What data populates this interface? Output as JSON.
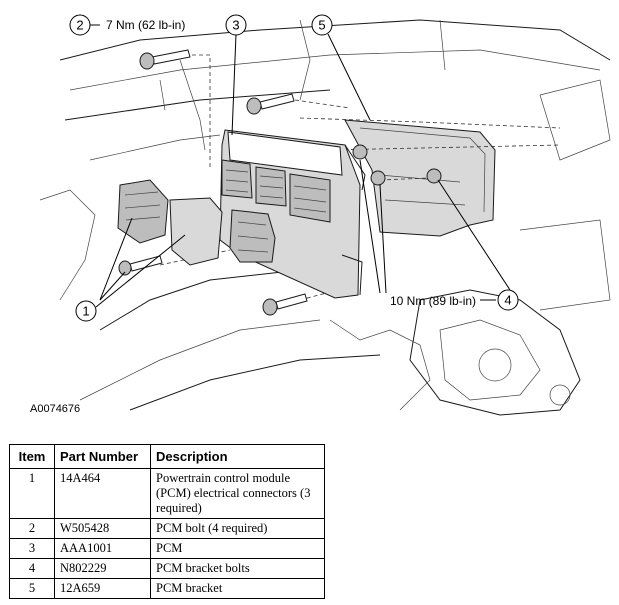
{
  "figure_id": "A0074676",
  "callouts": {
    "c1": "1",
    "c2": "2",
    "c3": "3",
    "c4": "4",
    "c5": "5"
  },
  "torque_specs": {
    "bolt": "7 Nm (62 lb-in)",
    "bracket_bolt": "10 Nm (89 lb-in)"
  },
  "table": {
    "headers": [
      "Item",
      "Part Number",
      "Description"
    ],
    "rows": [
      {
        "item": "1",
        "part_number": "14A464",
        "description": "Powertrain control module (PCM) electrical connectors (3 required)"
      },
      {
        "item": "2",
        "part_number": "W505428",
        "description": "PCM bolt (4 required)"
      },
      {
        "item": "3",
        "part_number": "AAA1001",
        "description": "PCM"
      },
      {
        "item": "4",
        "part_number": "N802229",
        "description": "PCM bracket bolts"
      },
      {
        "item": "5",
        "part_number": "12A659",
        "description": "PCM bracket"
      }
    ]
  }
}
